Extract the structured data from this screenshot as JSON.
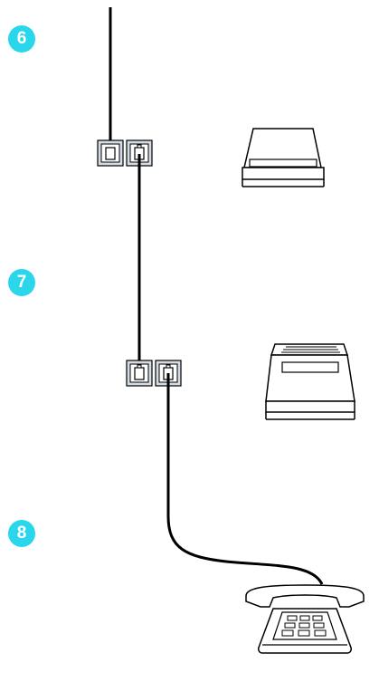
{
  "steps": [
    {
      "number": "6"
    },
    {
      "number": "7"
    },
    {
      "number": "8"
    }
  ],
  "colors": {
    "badge": "#2ad6ec",
    "jack_fill": "#d3dde3",
    "line": "#000000",
    "background": "#ffffff"
  },
  "icons": [
    "wall-jack-icon",
    "answering-machine-icon",
    "fax-machine-icon",
    "telephone-icon"
  ]
}
